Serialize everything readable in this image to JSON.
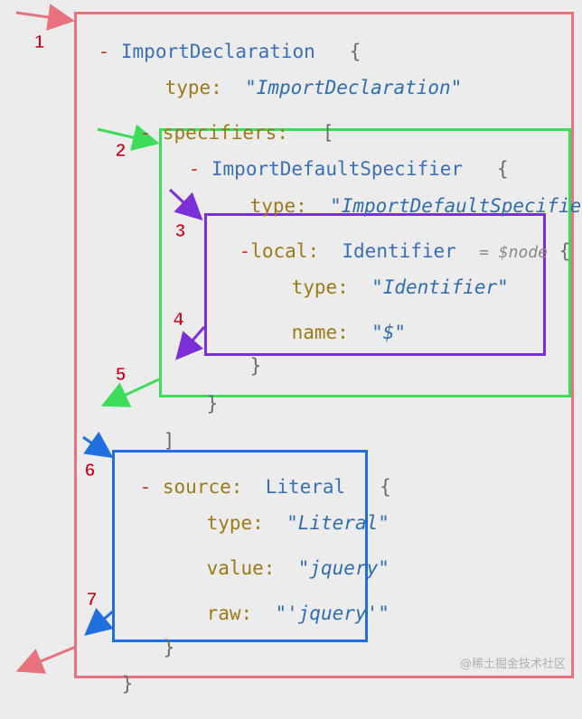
{
  "code": {
    "root_type": "ImportDeclaration",
    "root_brace": "{",
    "root_type_key": "type:",
    "root_type_val": "\"ImportDeclaration\"",
    "specifiers_key": "specifiers:",
    "specifiers_bracket": "[",
    "spec_type": "ImportDefaultSpecifier",
    "spec_brace": "{",
    "spec_type_key": "type:",
    "spec_type_val": "\"ImportDefaultSpecifier\"",
    "local_key": "local:",
    "local_type": "Identifier",
    "local_hint": "= $node",
    "local_brace": "{",
    "id_type_key": "type:",
    "id_type_val": "\"Identifier\"",
    "id_name_key": "name:",
    "id_name_val": "\"$\"",
    "local_close": "}",
    "spec_close": "}",
    "specifiers_close": "]",
    "source_key": "source:",
    "source_type": "Literal",
    "source_brace": "{",
    "lit_type_key": "type:",
    "lit_type_val": "\"Literal\"",
    "lit_value_key": "value:",
    "lit_value_val": "\"jquery\"",
    "lit_raw_key": "raw:",
    "lit_raw_val": "\"'jquery'\"",
    "source_close": "}",
    "root_close": "}",
    "minus": "-"
  },
  "badges": [
    "1",
    "2",
    "3",
    "4",
    "5",
    "6",
    "7"
  ],
  "watermark": "@稀土掘金技术社区",
  "colors": {
    "red_box": "#e8737f",
    "green_box": "#3ddc5a",
    "purple_box": "#7b2fd6",
    "blue_box": "#1f6fe0",
    "badge": "#d0021b"
  }
}
